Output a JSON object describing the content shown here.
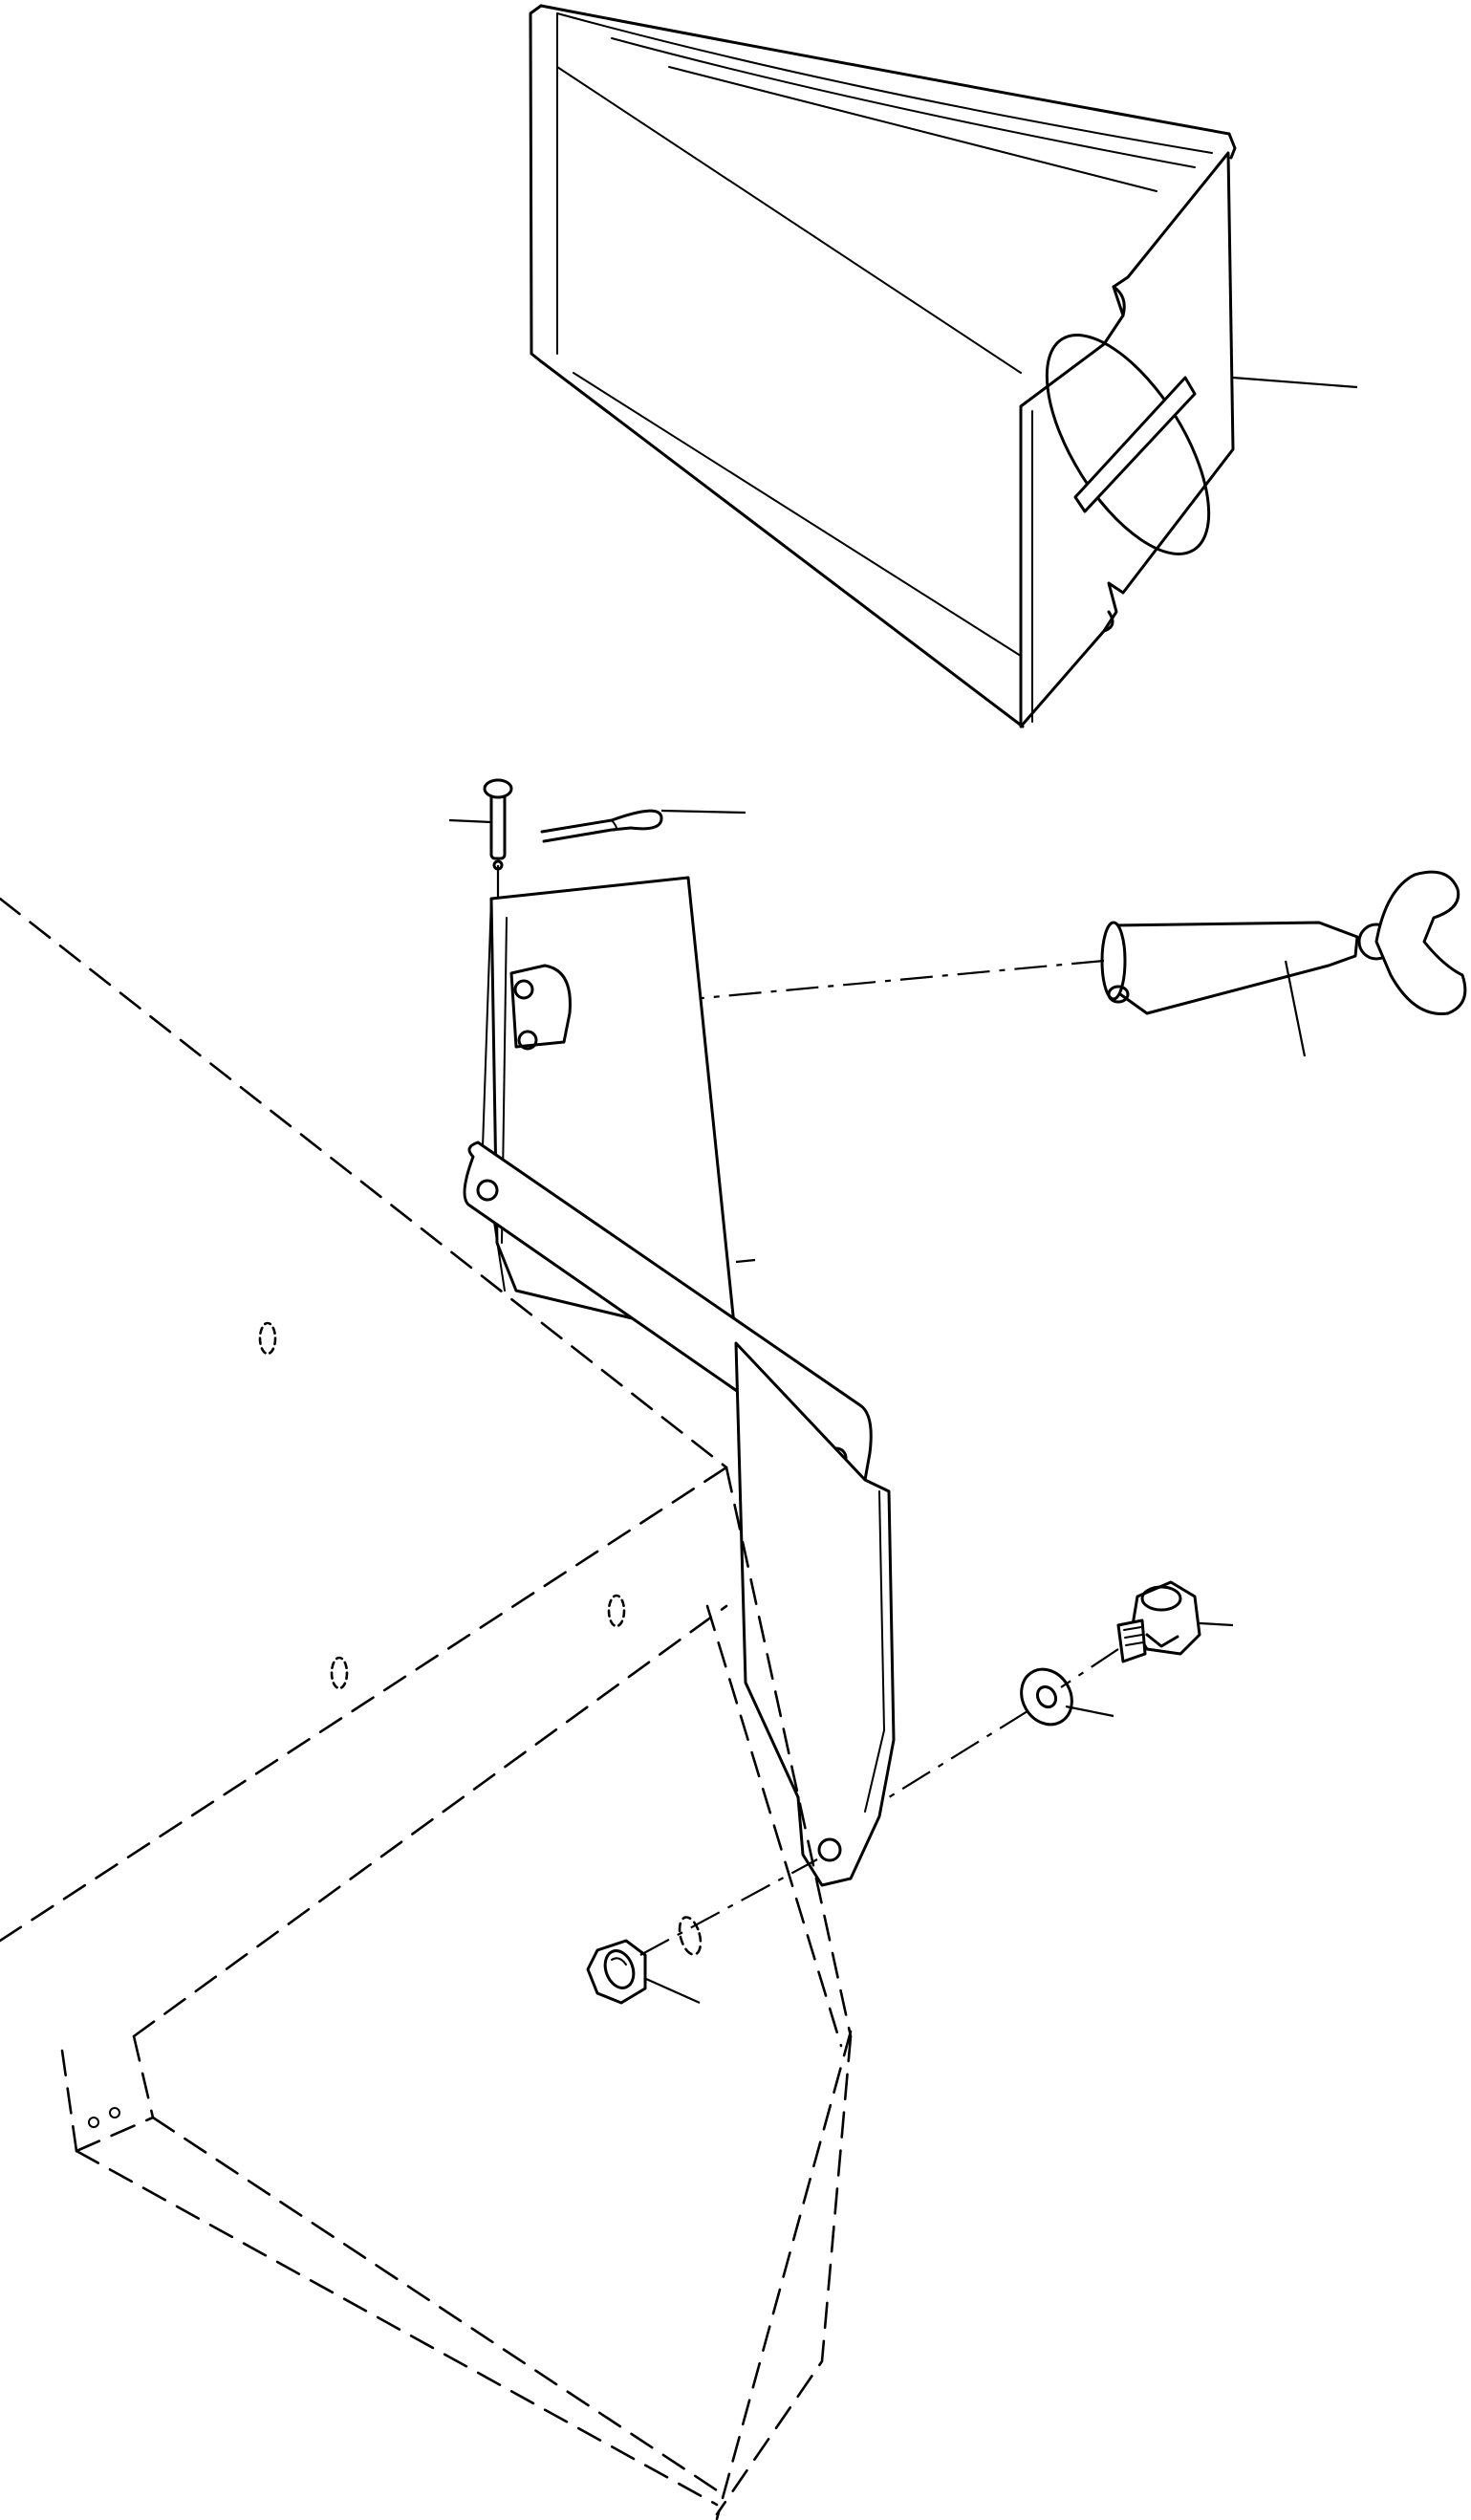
{
  "diagram": {
    "type": "exploded-parts-illustration",
    "style": "black line art on white",
    "colors": {
      "line": "#000000",
      "paper": "#ffffff"
    },
    "parts": [
      "deflector-hood",
      "clevis-pin",
      "cotter-pin",
      "t-handle-pin",
      "mounting-bracket",
      "flange-bolt",
      "flat-washer",
      "hex-nut",
      "phantom-housing"
    ],
    "callout_leaders": 8
  }
}
